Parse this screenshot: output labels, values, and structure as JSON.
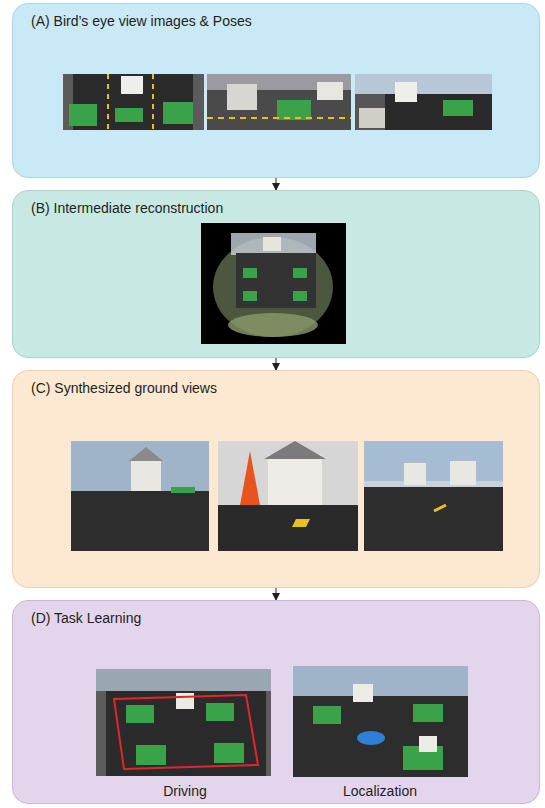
{
  "diagram": {
    "nodes": [
      {
        "text": [
          "(A) Bird’s eye view images & Poses"
        ]
      },
      {
        "text": [
          "(B) Intermediate reconstruction"
        ]
      },
      {
        "text": [
          "(C) Synthesized ground views"
        ]
      },
      {
        "text": [
          "(D) Task Learning"
        ]
      }
    ],
    "edges": [
      {
        "from": 0,
        "to": 1,
        "arrow": "to"
      },
      {
        "from": 1,
        "to": 2,
        "arrow": "to"
      },
      {
        "from": 2,
        "to": 3,
        "arrow": "to"
      }
    ],
    "labels": [
      "Driving",
      "Localization"
    ]
  }
}
